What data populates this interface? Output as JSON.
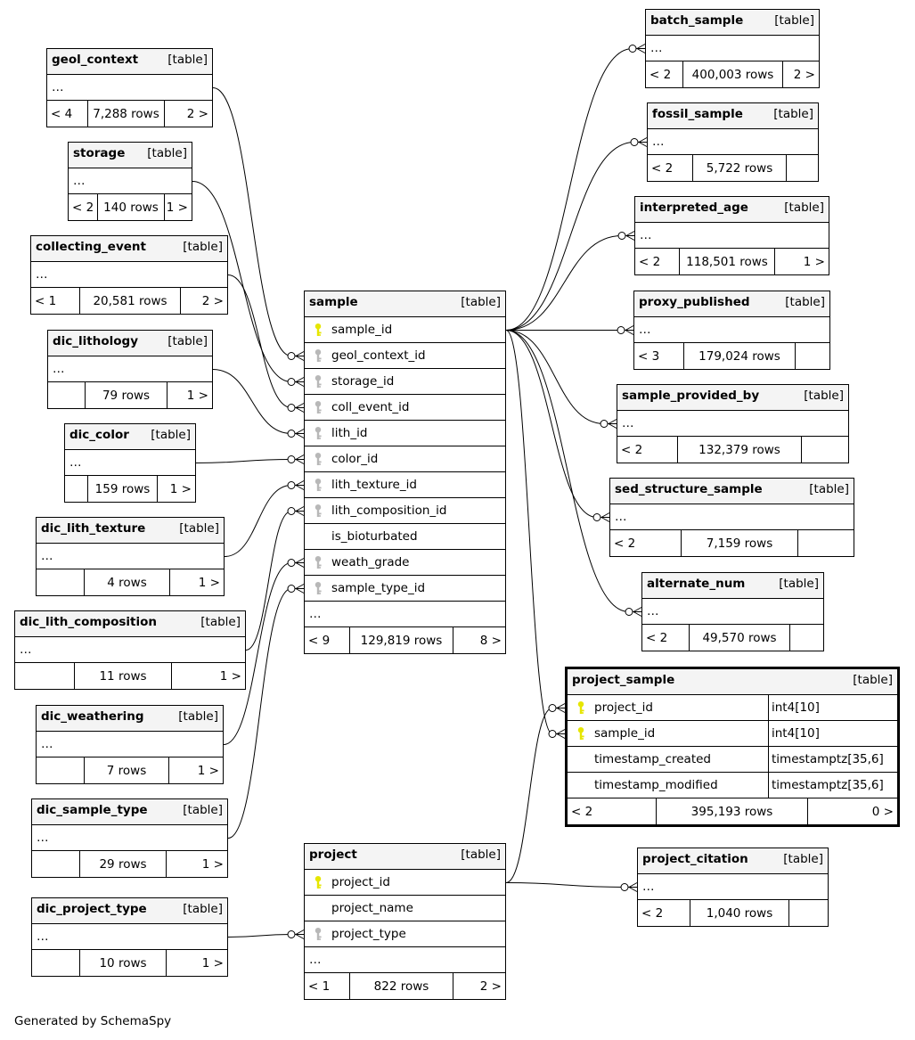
{
  "footer_text": "Generated by SchemaSpy",
  "table_tag": "[table]",
  "tables": {
    "sample": {
      "name": "sample",
      "columns": [
        {
          "name": "sample_id",
          "key": "pk"
        },
        {
          "name": "geol_context_id",
          "key": "fk"
        },
        {
          "name": "storage_id",
          "key": "fk"
        },
        {
          "name": "coll_event_id",
          "key": "fk"
        },
        {
          "name": "lith_id",
          "key": "fk"
        },
        {
          "name": "color_id",
          "key": "fk"
        },
        {
          "name": "lith_texture_id",
          "key": "fk"
        },
        {
          "name": "lith_composition_id",
          "key": "fk"
        },
        {
          "name": "is_bioturbated",
          "key": "none"
        },
        {
          "name": "weath_grade",
          "key": "fk"
        },
        {
          "name": "sample_type_id",
          "key": "fk"
        },
        {
          "name": "…",
          "key": "ellipsis"
        }
      ],
      "footer": [
        "< 9",
        "129,819 rows",
        "8 >"
      ]
    },
    "project": {
      "name": "project",
      "columns": [
        {
          "name": "project_id",
          "key": "pk"
        },
        {
          "name": "project_name",
          "key": "none"
        },
        {
          "name": "project_type",
          "key": "fk"
        },
        {
          "name": "…",
          "key": "ellipsis"
        }
      ],
      "footer": [
        "< 1",
        "822 rows",
        "2 >"
      ]
    },
    "project_sample": {
      "name": "project_sample",
      "columns": [
        {
          "name": "project_id",
          "key": "pk",
          "type": "int4[10]"
        },
        {
          "name": "sample_id",
          "key": "pk",
          "type": "int4[10]"
        },
        {
          "name": "timestamp_created",
          "key": "none",
          "type": "timestamptz[35,6]"
        },
        {
          "name": "timestamp_modified",
          "key": "none",
          "type": "timestamptz[35,6]"
        }
      ],
      "footer": [
        "< 2",
        "395,193 rows",
        "0 >"
      ]
    },
    "geol_context": {
      "name": "geol_context",
      "columns": [
        {
          "name": "…",
          "key": "ellipsis"
        }
      ],
      "footer": [
        "< 4",
        "7,288 rows",
        "2 >"
      ]
    },
    "storage": {
      "name": "storage",
      "columns": [
        {
          "name": "…",
          "key": "ellipsis"
        }
      ],
      "footer": [
        "< 2",
        "140 rows",
        "1 >"
      ]
    },
    "collecting_event": {
      "name": "collecting_event",
      "columns": [
        {
          "name": "…",
          "key": "ellipsis"
        }
      ],
      "footer": [
        "< 1",
        "20,581 rows",
        "2 >"
      ]
    },
    "dic_lithology": {
      "name": "dic_lithology",
      "columns": [
        {
          "name": "…",
          "key": "ellipsis"
        }
      ],
      "footer": [
        "",
        "79 rows",
        "1 >"
      ]
    },
    "dic_color": {
      "name": "dic_color",
      "columns": [
        {
          "name": "…",
          "key": "ellipsis"
        }
      ],
      "footer": [
        "",
        "159 rows",
        "1 >"
      ]
    },
    "dic_lith_texture": {
      "name": "dic_lith_texture",
      "columns": [
        {
          "name": "…",
          "key": "ellipsis"
        }
      ],
      "footer": [
        "",
        "4 rows",
        "1 >"
      ]
    },
    "dic_lith_composition": {
      "name": "dic_lith_composition",
      "columns": [
        {
          "name": "…",
          "key": "ellipsis"
        }
      ],
      "footer": [
        "",
        "11 rows",
        "1 >"
      ]
    },
    "dic_weathering": {
      "name": "dic_weathering",
      "columns": [
        {
          "name": "…",
          "key": "ellipsis"
        }
      ],
      "footer": [
        "",
        "7 rows",
        "1 >"
      ]
    },
    "dic_sample_type": {
      "name": "dic_sample_type",
      "columns": [
        {
          "name": "…",
          "key": "ellipsis"
        }
      ],
      "footer": [
        "",
        "29 rows",
        "1 >"
      ]
    },
    "dic_project_type": {
      "name": "dic_project_type",
      "columns": [
        {
          "name": "…",
          "key": "ellipsis"
        }
      ],
      "footer": [
        "",
        "10 rows",
        "1 >"
      ]
    },
    "batch_sample": {
      "name": "batch_sample",
      "columns": [
        {
          "name": "…",
          "key": "ellipsis"
        }
      ],
      "footer": [
        "< 2",
        "400,003 rows",
        "2 >"
      ]
    },
    "fossil_sample": {
      "name": "fossil_sample",
      "columns": [
        {
          "name": "…",
          "key": "ellipsis"
        }
      ],
      "footer": [
        "< 2",
        "5,722 rows",
        ""
      ]
    },
    "interpreted_age": {
      "name": "interpreted_age",
      "columns": [
        {
          "name": "…",
          "key": "ellipsis"
        }
      ],
      "footer": [
        "< 2",
        "118,501 rows",
        "1 >"
      ]
    },
    "proxy_published": {
      "name": "proxy_published",
      "columns": [
        {
          "name": "…",
          "key": "ellipsis"
        }
      ],
      "footer": [
        "< 3",
        "179,024 rows",
        ""
      ]
    },
    "sample_provided_by": {
      "name": "sample_provided_by",
      "columns": [
        {
          "name": "…",
          "key": "ellipsis"
        }
      ],
      "footer": [
        "< 2",
        "132,379 rows",
        ""
      ]
    },
    "sed_structure_sample": {
      "name": "sed_structure_sample",
      "columns": [
        {
          "name": "…",
          "key": "ellipsis"
        }
      ],
      "footer": [
        "< 2",
        "7,159 rows",
        ""
      ]
    },
    "alternate_num": {
      "name": "alternate_num",
      "columns": [
        {
          "name": "…",
          "key": "ellipsis"
        }
      ],
      "footer": [
        "< 2",
        "49,570 rows",
        ""
      ]
    },
    "project_citation": {
      "name": "project_citation",
      "columns": [
        {
          "name": "…",
          "key": "ellipsis"
        }
      ],
      "footer": [
        "< 2",
        "1,040 rows",
        ""
      ]
    }
  },
  "relationships": [
    {
      "from": "geol_context",
      "to": "sample",
      "to_column": "geol_context_id"
    },
    {
      "from": "storage",
      "to": "sample",
      "to_column": "storage_id"
    },
    {
      "from": "collecting_event",
      "to": "sample",
      "to_column": "coll_event_id"
    },
    {
      "from": "dic_lithology",
      "to": "sample",
      "to_column": "lith_id"
    },
    {
      "from": "dic_color",
      "to": "sample",
      "to_column": "color_id"
    },
    {
      "from": "dic_lith_texture",
      "to": "sample",
      "to_column": "lith_texture_id"
    },
    {
      "from": "dic_lith_composition",
      "to": "sample",
      "to_column": "lith_composition_id"
    },
    {
      "from": "dic_weathering",
      "to": "sample",
      "to_column": "weath_grade"
    },
    {
      "from": "dic_sample_type",
      "to": "sample",
      "to_column": "sample_type_id"
    },
    {
      "from": "dic_project_type",
      "to": "project",
      "to_column": "project_type"
    },
    {
      "from": "sample",
      "to": "batch_sample"
    },
    {
      "from": "sample",
      "to": "fossil_sample"
    },
    {
      "from": "sample",
      "to": "interpreted_age"
    },
    {
      "from": "sample",
      "to": "proxy_published"
    },
    {
      "from": "sample",
      "to": "sample_provided_by"
    },
    {
      "from": "sample",
      "to": "sed_structure_sample"
    },
    {
      "from": "sample",
      "to": "alternate_num"
    },
    {
      "from": "sample",
      "to": "project_sample",
      "to_column": "sample_id"
    },
    {
      "from": "project",
      "to": "project_sample",
      "to_column": "project_id"
    },
    {
      "from": "project",
      "to": "project_citation"
    }
  ]
}
